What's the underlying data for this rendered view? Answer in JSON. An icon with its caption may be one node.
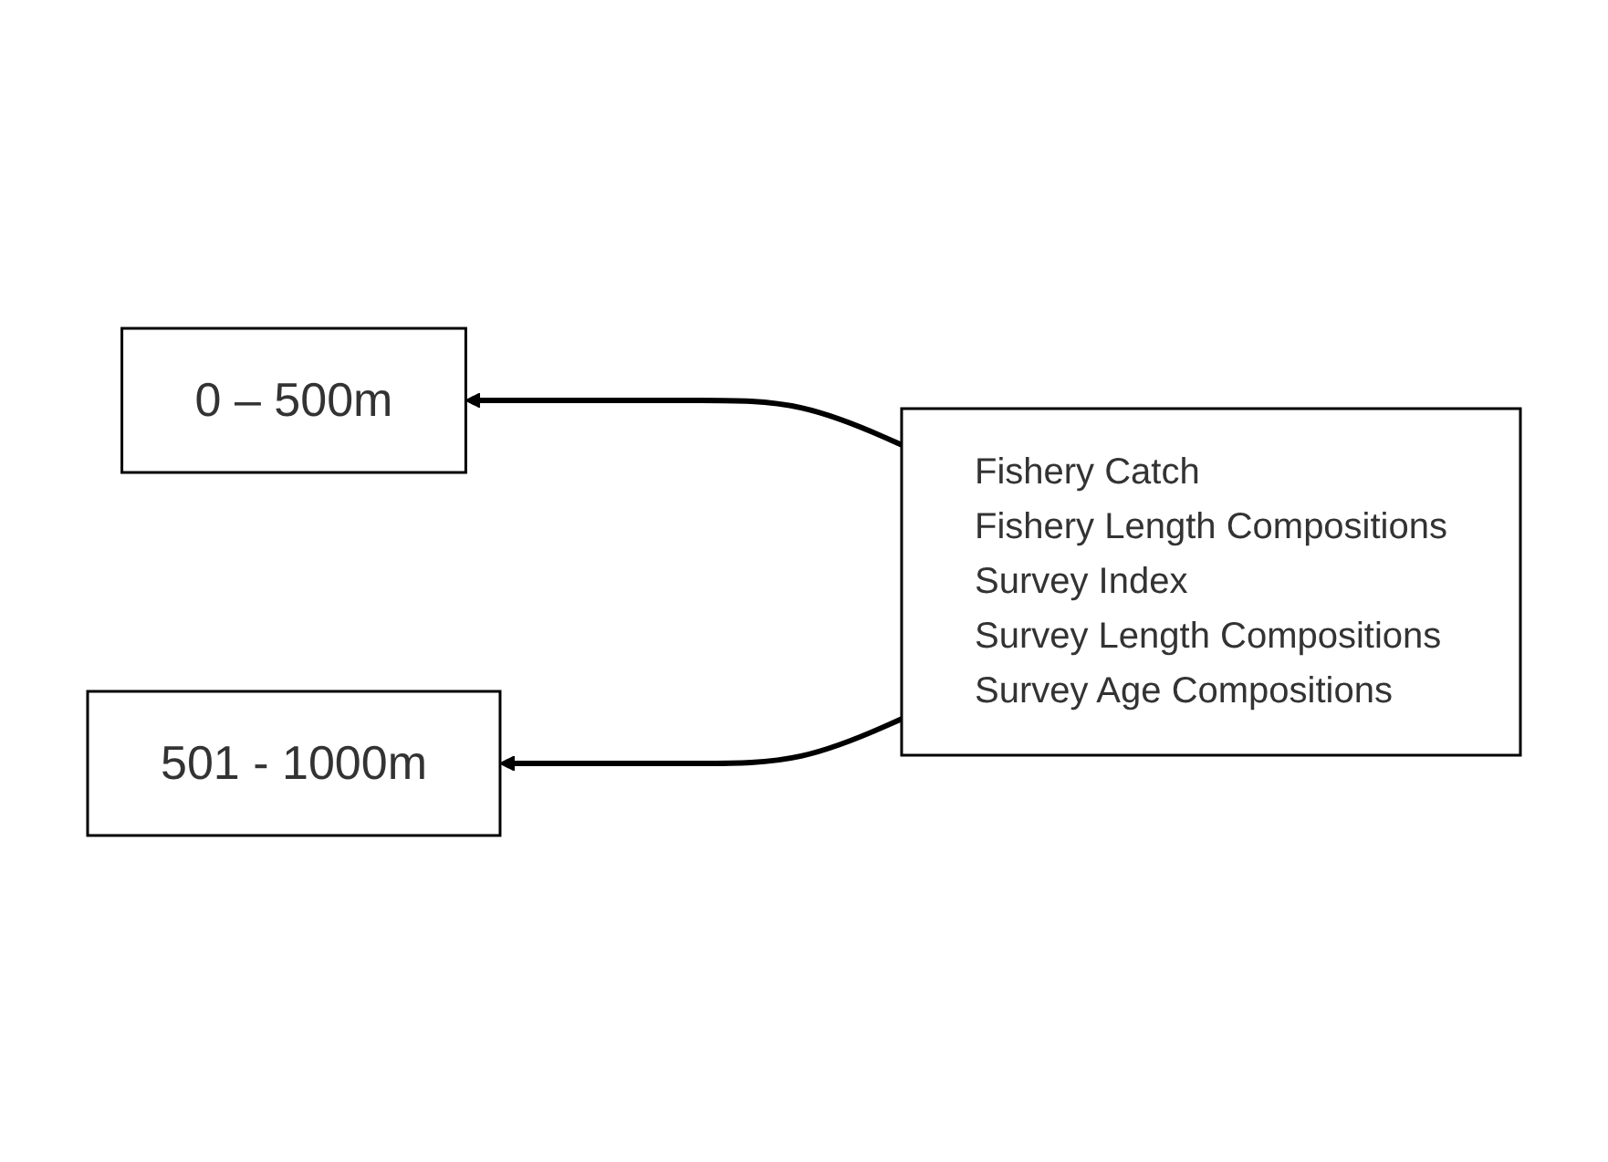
{
  "diagram": {
    "nodes": [
      {
        "text": [
          "0 – 500m"
        ]
      },
      {
        "text": [
          "501 - 1000m"
        ]
      },
      {
        "text": [
          "Fishery Catch",
          "Fishery Length Compositions",
          "Survey Index",
          "Survey Length Compositions",
          "Survey Age Compositions"
        ]
      }
    ],
    "edges": [
      {
        "from": 2,
        "to": 0,
        "arrow": "to"
      },
      {
        "from": 2,
        "to": 1,
        "arrow": "to"
      }
    ]
  }
}
